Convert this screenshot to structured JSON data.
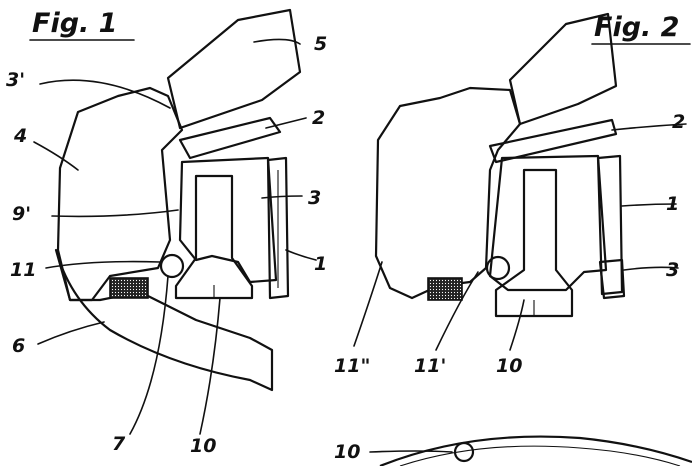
{
  "figures": [
    {
      "title": "Fig. 1"
    },
    {
      "title": "Fig. 2"
    }
  ],
  "fig1_labels": [
    "5",
    "3'",
    "2",
    "4",
    "3",
    "9'",
    "11",
    "1",
    "6",
    "7",
    "10"
  ],
  "fig2_labels": [
    "2",
    "1",
    "3",
    "11\"",
    "11'",
    "10"
  ],
  "fig3_labels": [
    "10"
  ]
}
